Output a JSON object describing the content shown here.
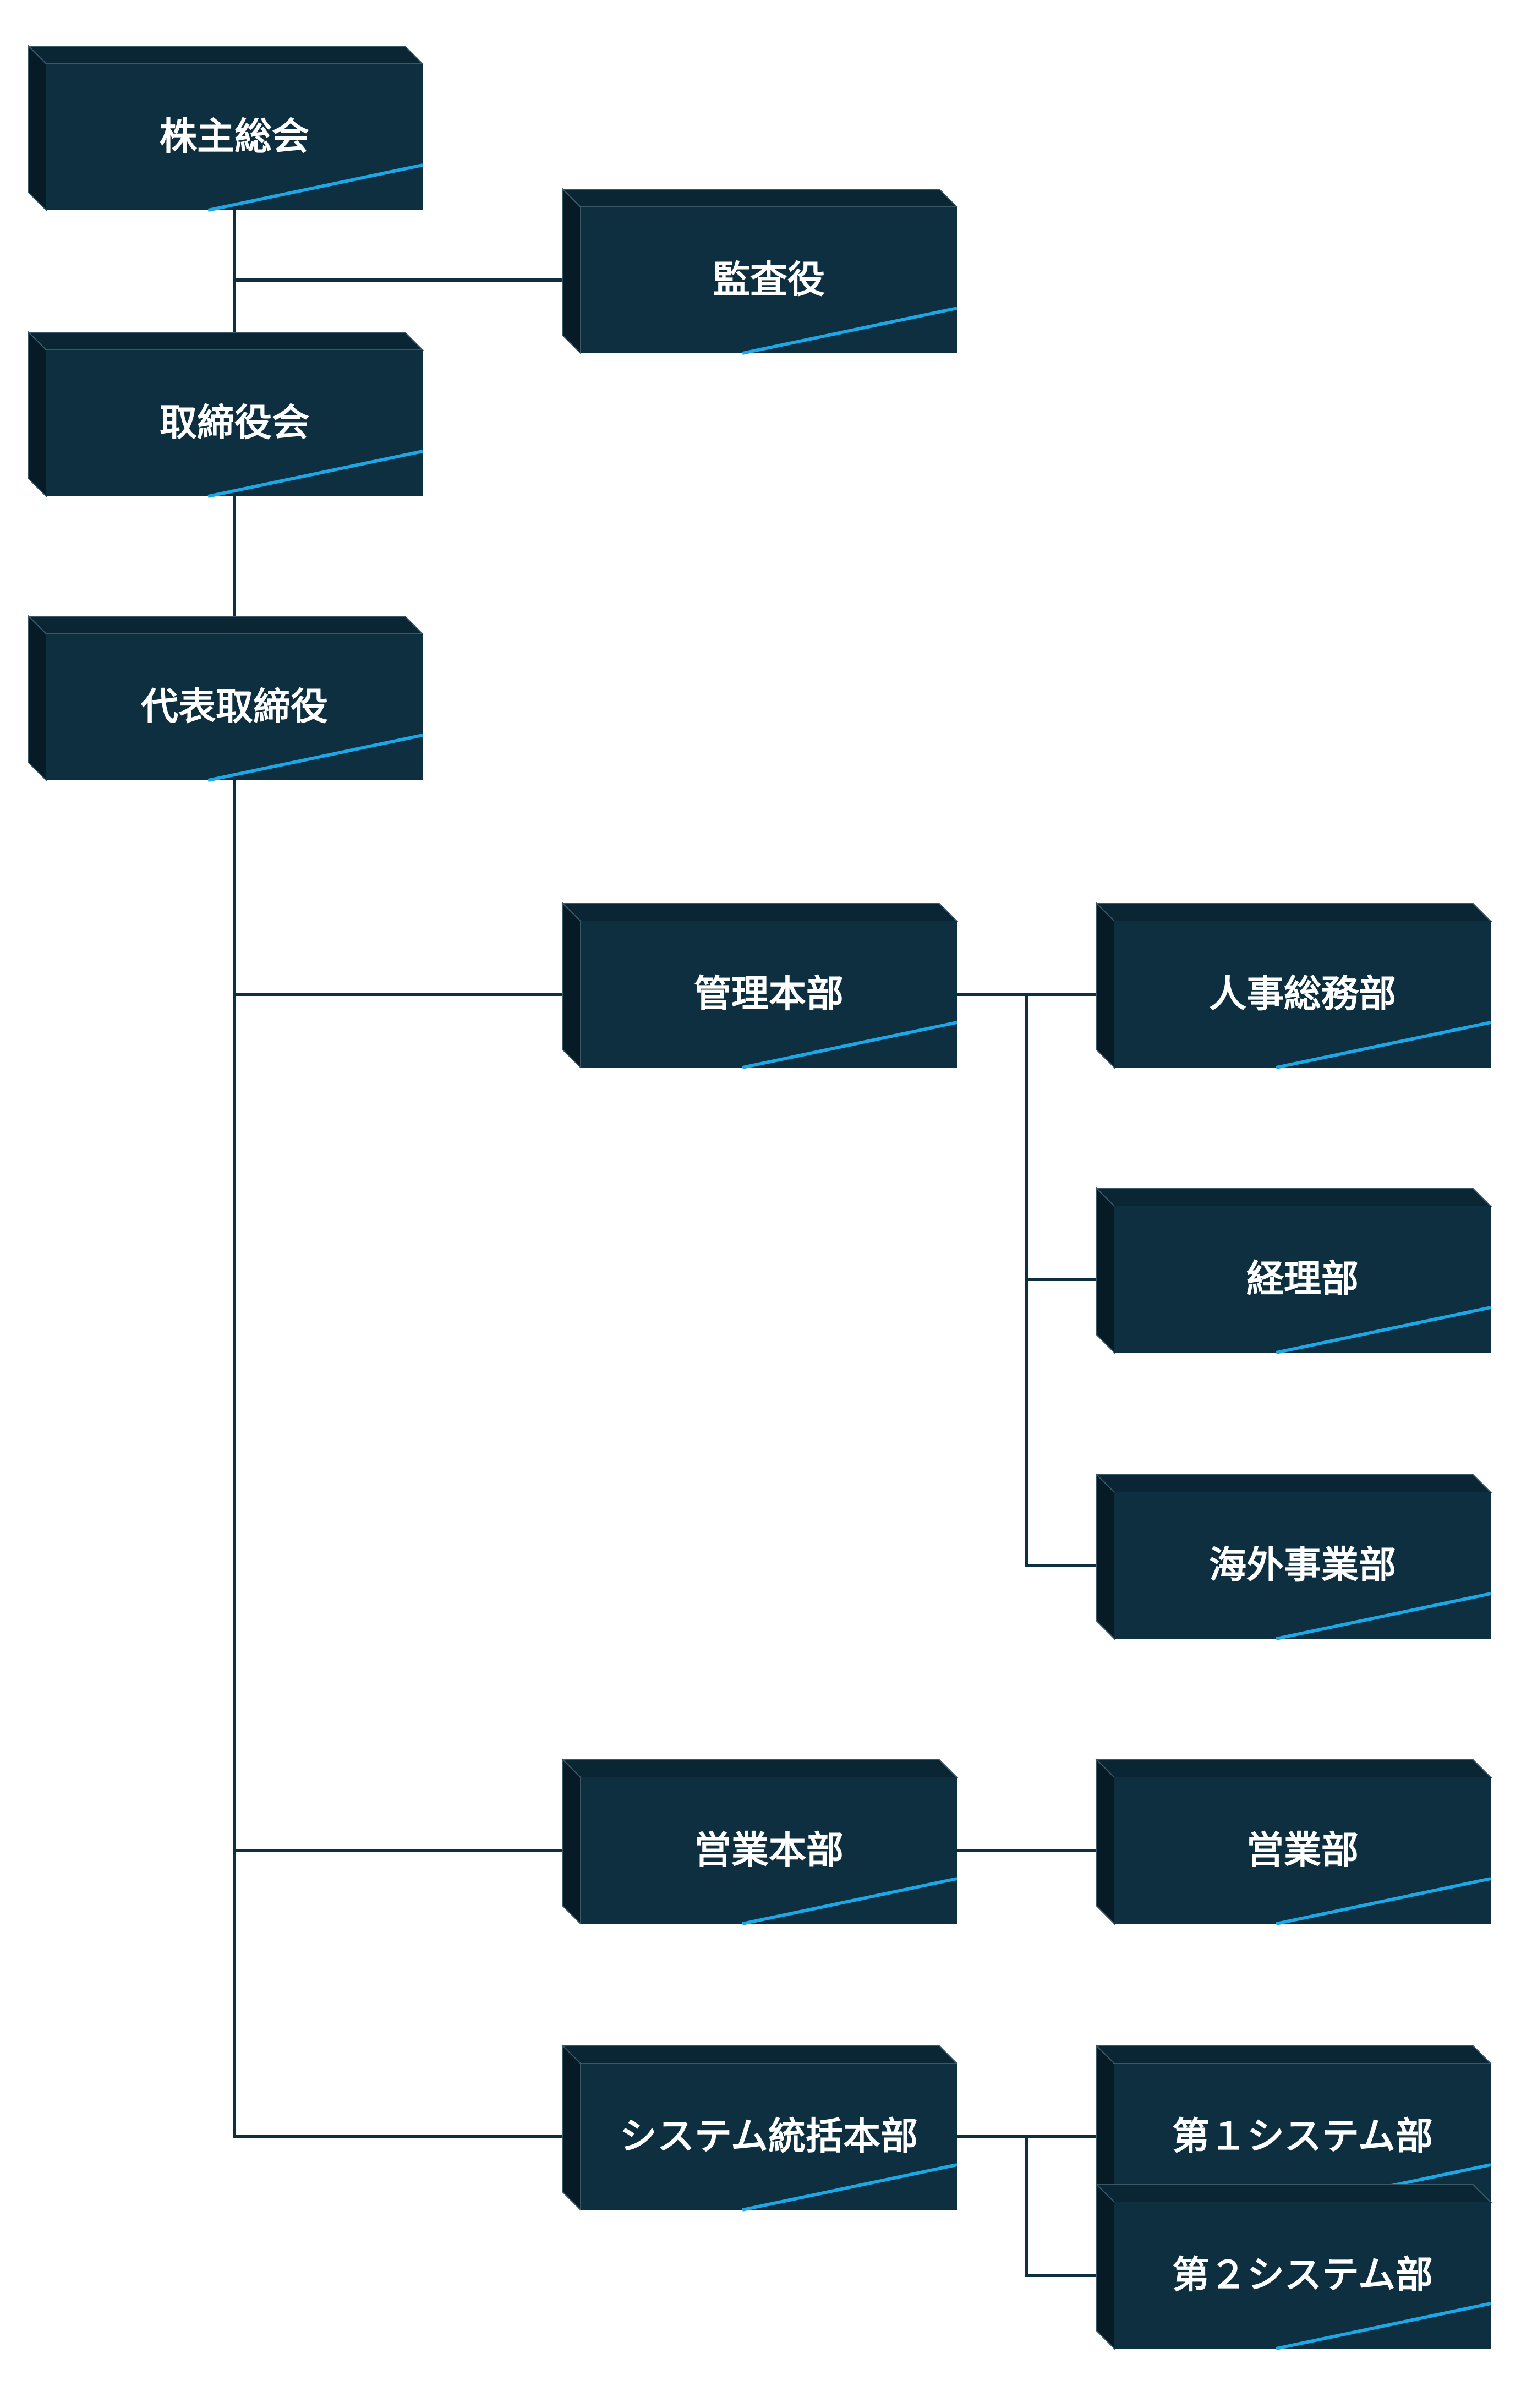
{
  "colors": {
    "box_fill": "#0d2f40",
    "box_top": "#0a2533",
    "box_side": "#071b26",
    "accent_line": "#1ca7e6",
    "connector": "#0d2f40",
    "label": "#ffffff",
    "background": "#ffffff"
  },
  "nodes": [
    {
      "id": "shareholders-meeting",
      "label": "株主総会"
    },
    {
      "id": "auditor",
      "label": "監査役"
    },
    {
      "id": "board-of-directors",
      "label": "取締役会"
    },
    {
      "id": "representative-director",
      "label": "代表取締役"
    },
    {
      "id": "administration-headquarters",
      "label": "管理本部"
    },
    {
      "id": "hr-general-affairs-dept",
      "label": "人事総務部"
    },
    {
      "id": "accounting-dept",
      "label": "経理部"
    },
    {
      "id": "overseas-business-dept",
      "label": "海外事業部"
    },
    {
      "id": "sales-headquarters",
      "label": "営業本部"
    },
    {
      "id": "sales-dept",
      "label": "営業部"
    },
    {
      "id": "system-integration-headquarters",
      "label": "システム統括本部"
    },
    {
      "id": "first-system-dept",
      "label": "第１システム部"
    },
    {
      "id": "second-system-dept",
      "label": "第２システム部"
    }
  ],
  "edges": [
    {
      "from": "shareholders-meeting",
      "to": "auditor"
    },
    {
      "from": "shareholders-meeting",
      "to": "board-of-directors"
    },
    {
      "from": "board-of-directors",
      "to": "representative-director"
    },
    {
      "from": "representative-director",
      "to": "administration-headquarters"
    },
    {
      "from": "representative-director",
      "to": "sales-headquarters"
    },
    {
      "from": "representative-director",
      "to": "system-integration-headquarters"
    },
    {
      "from": "administration-headquarters",
      "to": "hr-general-affairs-dept"
    },
    {
      "from": "administration-headquarters",
      "to": "accounting-dept"
    },
    {
      "from": "administration-headquarters",
      "to": "overseas-business-dept"
    },
    {
      "from": "sales-headquarters",
      "to": "sales-dept"
    },
    {
      "from": "system-integration-headquarters",
      "to": "first-system-dept"
    },
    {
      "from": "system-integration-headquarters",
      "to": "second-system-dept"
    }
  ]
}
